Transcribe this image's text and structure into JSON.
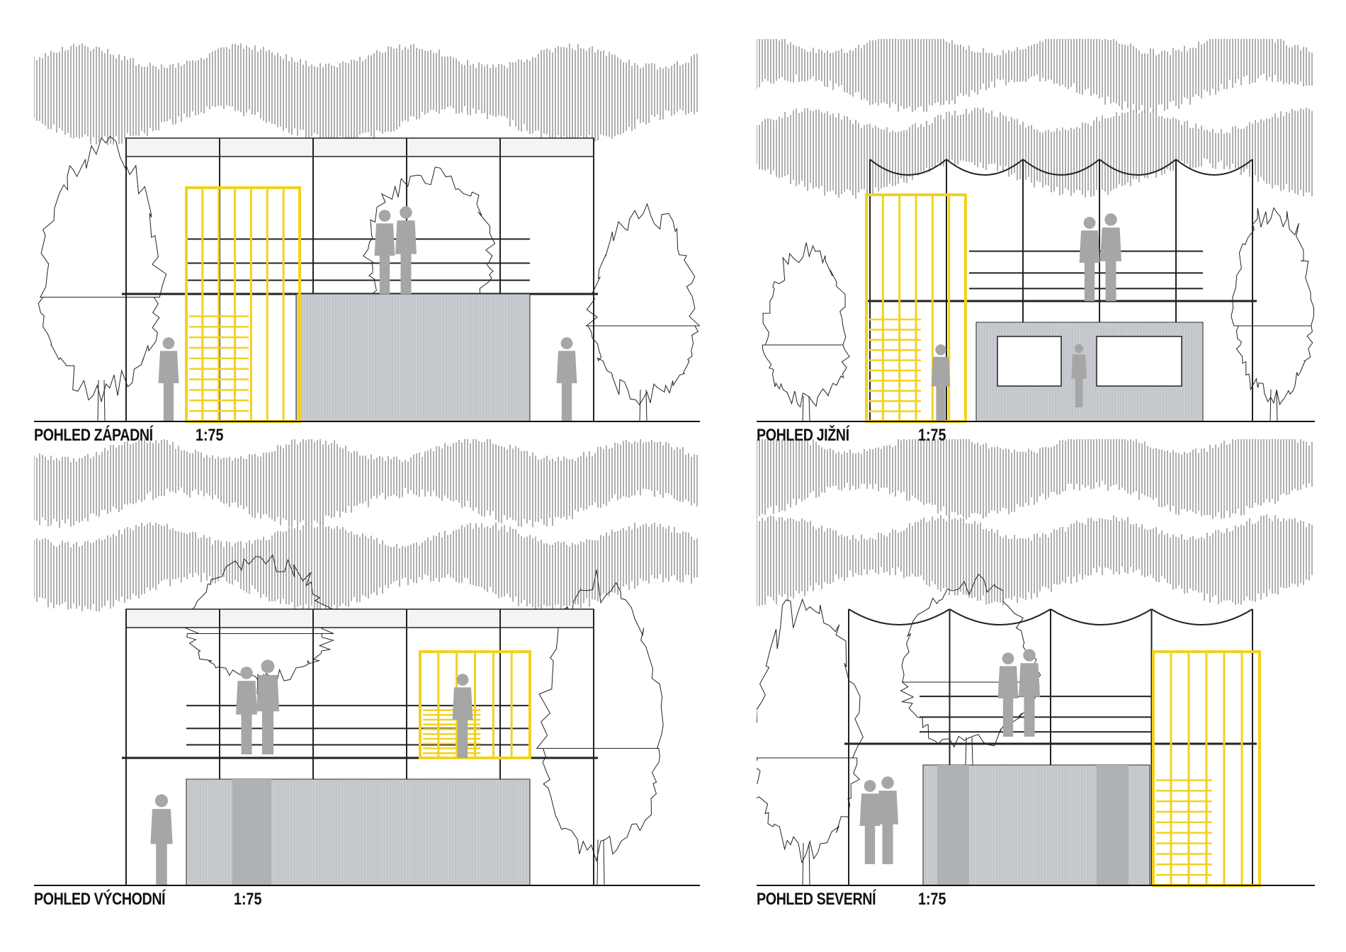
{
  "sheet": {
    "views": [
      {
        "id": "west",
        "title": "POHLED ZÁPADNÍ",
        "scale": "1:75"
      },
      {
        "id": "south",
        "title": "POHLED JIŽNÍ",
        "scale": "1:75"
      },
      {
        "id": "east",
        "title": "POHLED VÝCHODNÍ",
        "scale": "1:75"
      },
      {
        "id": "north",
        "title": "POHLED SEVERNÍ",
        "scale": "1:75"
      }
    ]
  },
  "colors": {
    "ink": "#222222",
    "accent_yellow": "#f2d21e",
    "cladding_gray": "#c9ccd0",
    "figure_gray": "#a6a6a6",
    "hatch": "#3a3a3a"
  },
  "icons": {
    "person": "person-silhouette-icon",
    "tree": "tree-outline-icon",
    "canopy": "tree-canopy-hatching-icon"
  }
}
